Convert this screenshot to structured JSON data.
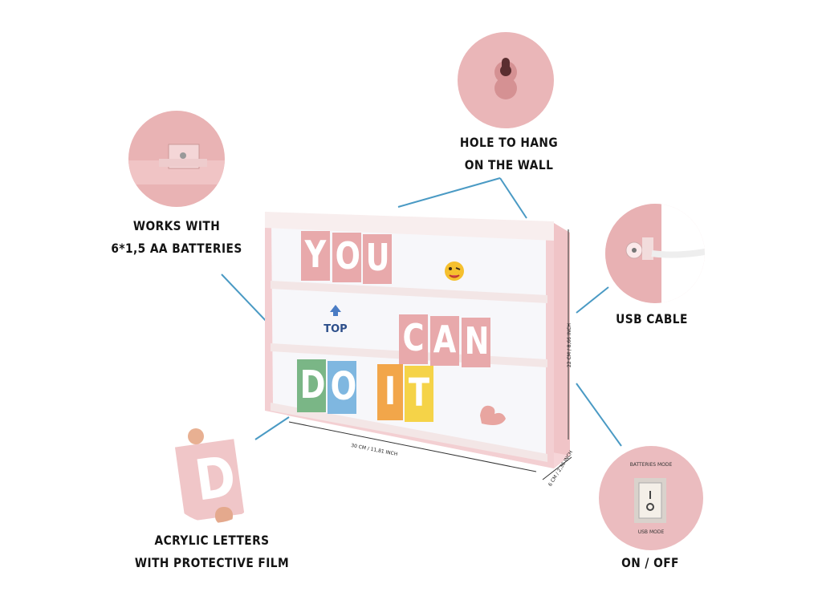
{
  "callouts": {
    "hang": {
      "line1": "HOLE TO HANG",
      "line2": "ON THE WALL"
    },
    "batteries": {
      "line1": "WORKS WITH",
      "line2": "6*1,5 AA BATTERIES"
    },
    "usb": {
      "line1": "USB CABLE"
    },
    "letters": {
      "line1": "ACRYLIC LETTERS",
      "line2": "WITH PROTECTIVE FILM"
    },
    "switch": {
      "line1": "ON / OFF"
    }
  },
  "board": {
    "row1": [
      "Y",
      "O",
      "U"
    ],
    "row2_top": "TOP",
    "row2": [
      "C",
      "A",
      "N"
    ],
    "row3": [
      "D",
      "O",
      "I",
      "T"
    ]
  },
  "dimensions": {
    "width": "30 CM / 11,81 INCH",
    "height": "22 CM / 8,66 INCH",
    "depth": "6 CM / 2,36 INCH"
  },
  "switch_labels": {
    "top": "BATTERIES MODE",
    "bottom": "USB MODE"
  },
  "sample_letter": "D",
  "colors": {
    "pink": "#e9b4b5",
    "pink_light": "#f3cfd2",
    "blue_line": "#4a9ac4"
  }
}
